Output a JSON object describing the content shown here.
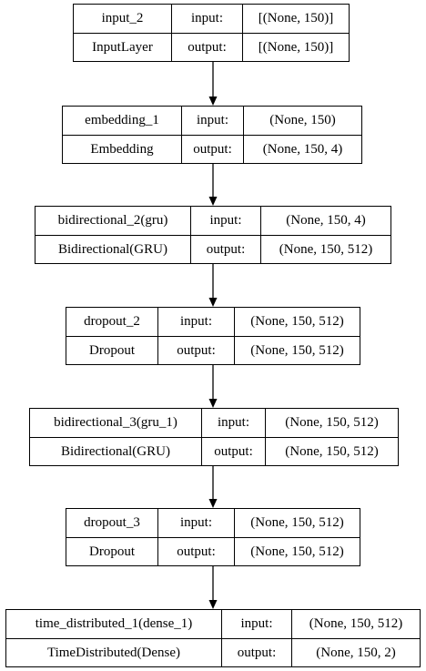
{
  "diagram": {
    "layers": [
      {
        "name": "input_2",
        "type": "InputLayer",
        "input_label": "input:",
        "input_shape": "[(None, 150)]",
        "output_label": "output:",
        "output_shape": "[(None, 150)]"
      },
      {
        "name": "embedding_1",
        "type": "Embedding",
        "input_label": "input:",
        "input_shape": "(None, 150)",
        "output_label": "output:",
        "output_shape": "(None, 150, 4)"
      },
      {
        "name": "bidirectional_2(gru)",
        "type": "Bidirectional(GRU)",
        "input_label": "input:",
        "input_shape": "(None, 150, 4)",
        "output_label": "output:",
        "output_shape": "(None, 150, 512)"
      },
      {
        "name": "dropout_2",
        "type": "Dropout",
        "input_label": "input:",
        "input_shape": "(None, 150, 512)",
        "output_label": "output:",
        "output_shape": "(None, 150, 512)"
      },
      {
        "name": "bidirectional_3(gru_1)",
        "type": "Bidirectional(GRU)",
        "input_label": "input:",
        "input_shape": "(None, 150, 512)",
        "output_label": "output:",
        "output_shape": "(None, 150, 512)"
      },
      {
        "name": "dropout_3",
        "type": "Dropout",
        "input_label": "input:",
        "input_shape": "(None, 150, 512)",
        "output_label": "output:",
        "output_shape": "(None, 150, 512)"
      },
      {
        "name": "time_distributed_1(dense_1)",
        "type": "TimeDistributed(Dense)",
        "input_label": "input:",
        "input_shape": "(None, 150, 512)",
        "output_label": "output:",
        "output_shape": "(None, 150, 2)"
      }
    ]
  }
}
